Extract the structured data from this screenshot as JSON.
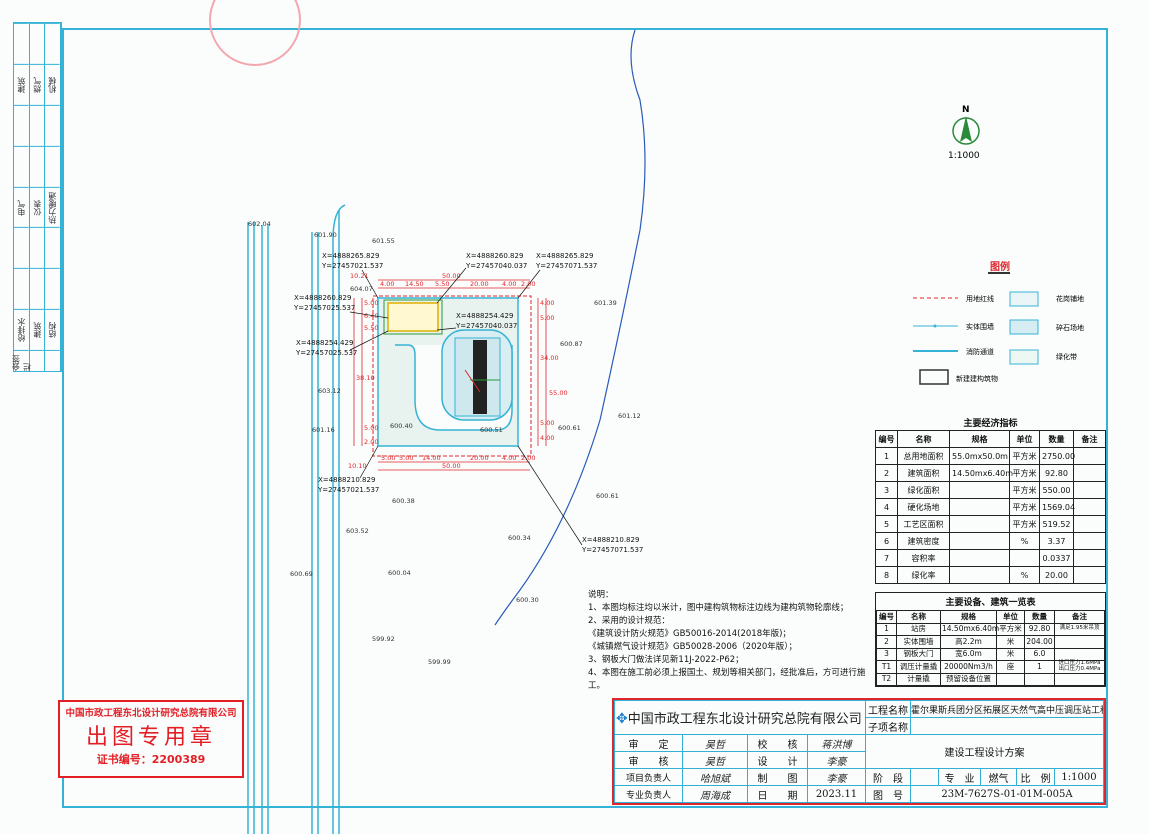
{
  "sign_strip": {
    "title": "会签栏",
    "groups": [
      [
        "给排水",
        "建筑",
        "结构"
      ],
      [
        "电气",
        "仪表",
        "热力暖通"
      ],
      [
        "建筑",
        "燃气",
        "机械"
      ]
    ]
  },
  "north": {
    "label": "N",
    "scale": "1:1000"
  },
  "legend": {
    "title": "图例",
    "items": [
      "用地红线",
      "实体围墙",
      "消防通道",
      "新建建构筑物",
      "花岗铺地",
      "碎石场地",
      "绿化带"
    ]
  },
  "coords": [
    {
      "x": "X=4888265.829",
      "y": "Y=27457021.537"
    },
    {
      "x": "X=4888260.829",
      "y": "Y=27457040.037"
    },
    {
      "x": "X=4888265.829",
      "y": "Y=27457071.537"
    },
    {
      "x": "X=4888260.829",
      "y": "Y=27457025.537"
    },
    {
      "x": "X=4888254.429",
      "y": "Y=27457040.037"
    },
    {
      "x": "X=4888254.429",
      "y": "Y=27457025.537"
    },
    {
      "x": "X=4888210.829",
      "y": "Y=27457021.537"
    },
    {
      "x": "X=4888210.829",
      "y": "Y=27457071.537"
    }
  ],
  "dims": {
    "top_total": "50.00",
    "top_offset": "10.21",
    "top": [
      "4.00",
      "14.50",
      "5.50",
      "20.00",
      "4.00",
      "2.00"
    ],
    "bottom_total": "50.00",
    "bottom_offset": "10.10",
    "bottom": [
      "5.00",
      "5.00",
      "14.00",
      "20.00",
      "4.00",
      "2.00"
    ],
    "right_total": "55.00",
    "right": [
      "4.00",
      "5.00",
      "34.00",
      "5.00",
      "4.00"
    ],
    "left": [
      "5.00",
      "6.40",
      "5.50",
      "38.10",
      "5.00",
      "2.00"
    ]
  },
  "elevations": [
    "601.90",
    "601.55",
    "604.07",
    "601.39",
    "600.87",
    "603.12",
    "601.16",
    "600.40",
    "600.51",
    "600.61",
    "601.12",
    "600.38",
    "600.61",
    "603.52",
    "600.34",
    "600.69",
    "600.04",
    "600.30",
    "599.92",
    "599.99",
    "602.04"
  ],
  "econ_table": {
    "title": "主要经济指标",
    "headers": [
      "编号",
      "名称",
      "规格",
      "单位",
      "数量",
      "备注"
    ],
    "rows": [
      [
        "1",
        "总用地面积",
        "55.0mx50.0m",
        "平方米",
        "2750.00",
        ""
      ],
      [
        "2",
        "建筑面积",
        "14.50mx6.40m",
        "平方米",
        "92.80",
        ""
      ],
      [
        "3",
        "绿化面积",
        "",
        "平方米",
        "550.00",
        ""
      ],
      [
        "4",
        "硬化场地",
        "",
        "平方米",
        "1569.04",
        ""
      ],
      [
        "5",
        "工艺区面积",
        "",
        "平方米",
        "519.52",
        ""
      ],
      [
        "6",
        "建筑密度",
        "",
        "%",
        "3.37",
        ""
      ],
      [
        "7",
        "容积率",
        "",
        "",
        "0.0337",
        ""
      ],
      [
        "8",
        "绿化率",
        "",
        "%",
        "20.00",
        ""
      ]
    ]
  },
  "equip_table": {
    "title": "主要设备、建筑一览表",
    "headers": [
      "编号",
      "名称",
      "规格",
      "单位",
      "数量",
      "备注"
    ],
    "rows": [
      [
        "1",
        "站房",
        "14.50mx6.40m",
        "平方米",
        "92.80",
        "满足1.95米吊顶"
      ],
      [
        "2",
        "实体围墙",
        "高2.2m",
        "米",
        "204.00",
        ""
      ],
      [
        "3",
        "钢板大门",
        "宽6.0m",
        "米",
        "6.0",
        ""
      ],
      [
        "T1",
        "调压计量撬",
        "20000Nm3/h",
        "座",
        "1",
        "进口压力1.6MPa 出口压力0.4MPa"
      ],
      [
        "T2",
        "计量撬",
        "预留设备位置",
        "",
        "",
        ""
      ]
    ]
  },
  "notes": {
    "title": "说明：",
    "lines": [
      "1、本图均标注均以米计，图中建构筑物标注边线为建构筑物轮廓线；",
      "2、采用的设计规范：",
      "《建筑设计防火规范》GB50016-2014(2018年版)；",
      "《城镇燃气设计规范》GB50028-2006（2020年版）；",
      "3、钢板大门做法详见新11J-2022-P62；",
      "4、本图在施工前必须上报国土、规划等相关部门，经批准后，方可进行施工。"
    ]
  },
  "stamp": {
    "company": "中国市政工程东北设计研究总院有限公司",
    "text": "出图专用章",
    "cert": "证书编号：2200389"
  },
  "title_block": {
    "company": "中国市政工程东北设计研究总院有限公司",
    "project_label": "工程名称",
    "project": "霍尔果斯兵团分区拓展区天然气高中压调压站工程",
    "sub_label": "子项名称",
    "sub": "",
    "doc_type": "建设工程设计方案",
    "approve_label": "审　　定",
    "approve": "吴哲",
    "check_label": "校　　核",
    "check": "蒋洪博",
    "review_label": "审　　核",
    "review": "吴哲",
    "design_label": "设　　计",
    "design": "李豪",
    "pm_label": "项目负责人",
    "pm": "哈旭斌",
    "draw_label": "制　　图",
    "draw": "李豪",
    "lead_label": "专业负责人",
    "lead": "周海成",
    "date_label": "日　　期",
    "date": "2023.11",
    "stage_label": "阶　段",
    "stage": "",
    "major_label": "专　业",
    "major": "燃气",
    "scale_label": "比　例",
    "scale": "1:1000",
    "no_label": "图　号",
    "no": "23M-7627S-01-01M-005A"
  }
}
